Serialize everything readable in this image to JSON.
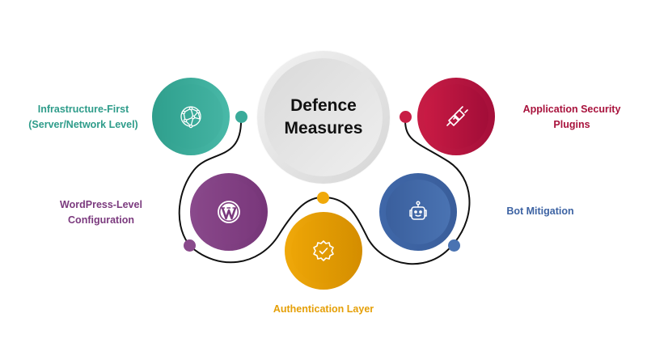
{
  "hub": {
    "title_line1": "Defence",
    "title_line2": "Measures"
  },
  "colors": {
    "teal": "#3aab9a",
    "crimson": "#c0173f",
    "purple": "#7b3a7e",
    "blue": "#3d63a3",
    "gold": "#e59f06",
    "connector": "#111111"
  },
  "nodes": [
    {
      "id": "infrastructure",
      "label_line1": "Infrastructure-First",
      "label_line2": "(Server/Network Level)",
      "icon": "network-globe-icon"
    },
    {
      "id": "app-security",
      "label_line1": "Application Security",
      "label_line2": "Plugins",
      "icon": "plug-icon"
    },
    {
      "id": "wordpress",
      "label_line1": "WordPress-Level",
      "label_line2": "Configuration",
      "icon": "wordpress-icon"
    },
    {
      "id": "bot",
      "label_line1": "Bot Mitigation",
      "label_line2": "",
      "icon": "robot-icon"
    },
    {
      "id": "auth",
      "label_line1": "Authentication Layer",
      "label_line2": "",
      "icon": "verified-badge-icon"
    }
  ]
}
